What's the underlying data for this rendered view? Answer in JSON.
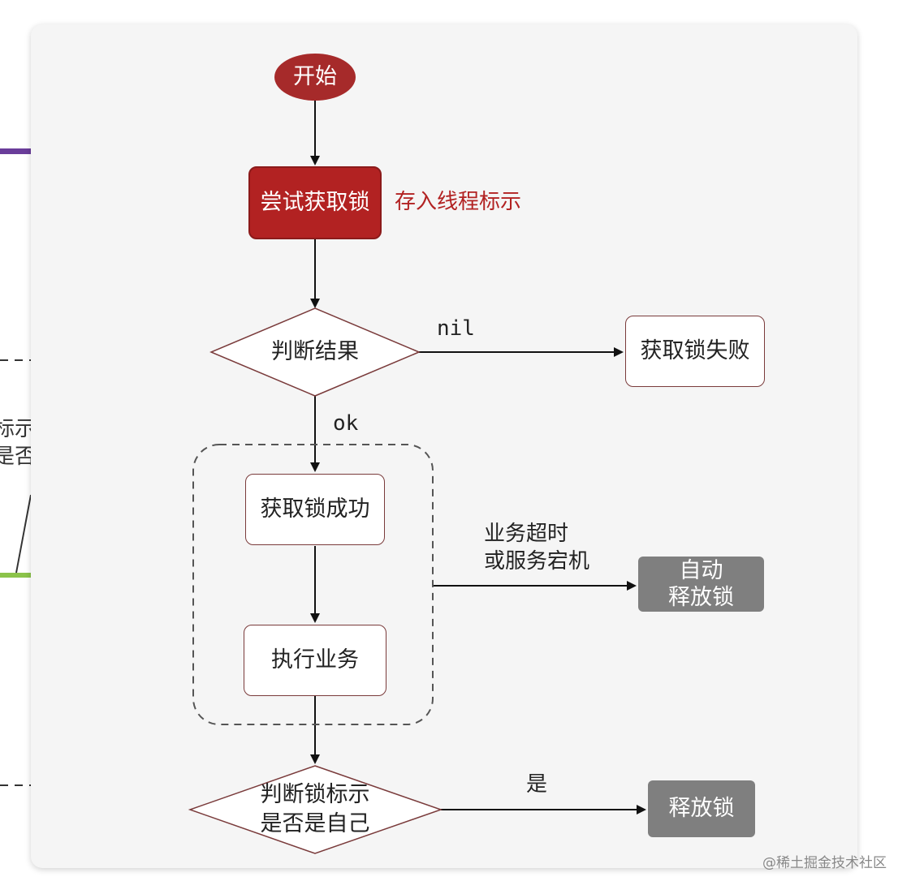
{
  "nodes": {
    "start": "开始",
    "try_lock": "尝试获取锁",
    "store_thread_id": "存入线程标示",
    "judge_result": "判断结果",
    "lock_fail": "获取锁失败",
    "lock_success": "获取锁成功",
    "do_business": "执行业务",
    "auto_release": "自动\n释放锁",
    "judge_owner": "判断锁标示\n是否是自己",
    "release": "释放锁"
  },
  "edge_labels": {
    "nil": "nil",
    "ok": "ok",
    "timeout": "业务超时\n或服务宕机",
    "yes": "是"
  },
  "background": {
    "left_cut_text": "标示\n是否"
  },
  "watermark": "@稀土掘金技术社区",
  "colors": {
    "accent_red": "#b22222",
    "grey_box": "#7f7f7f",
    "purple_line": "#6a3d9a",
    "green_line": "#8bc34a"
  }
}
